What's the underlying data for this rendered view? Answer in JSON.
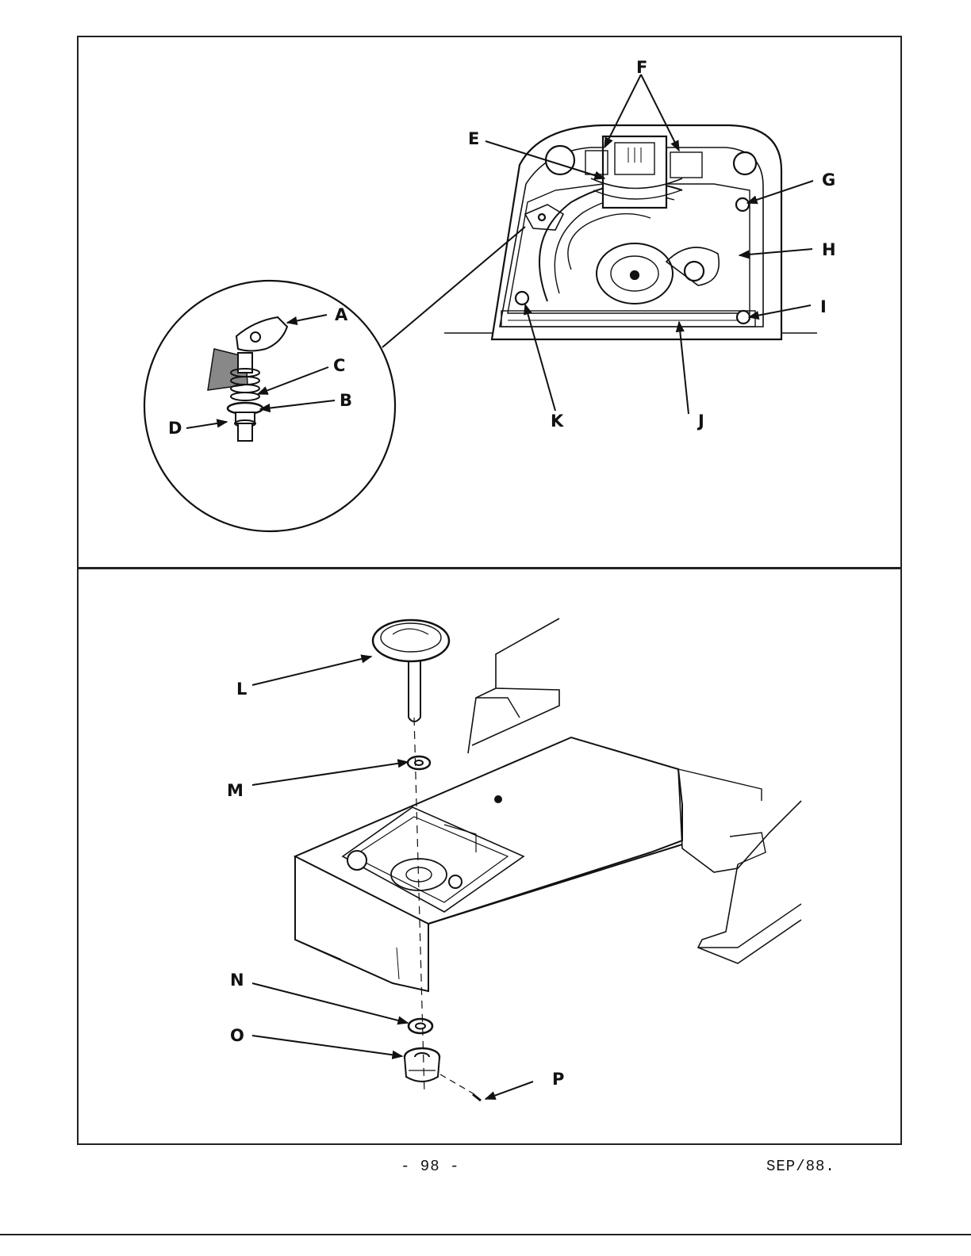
{
  "labels": {
    "A": "A",
    "B": "B",
    "C": "C",
    "D": "D",
    "E": "E",
    "F": "F",
    "G": "G",
    "H": "H",
    "I": "I",
    "J": "J",
    "K": "K",
    "L": "L",
    "M": "M",
    "N": "N",
    "O": "O",
    "P": "P"
  },
  "footer": {
    "page_number": "- 98 -",
    "date": "SEP/88."
  }
}
